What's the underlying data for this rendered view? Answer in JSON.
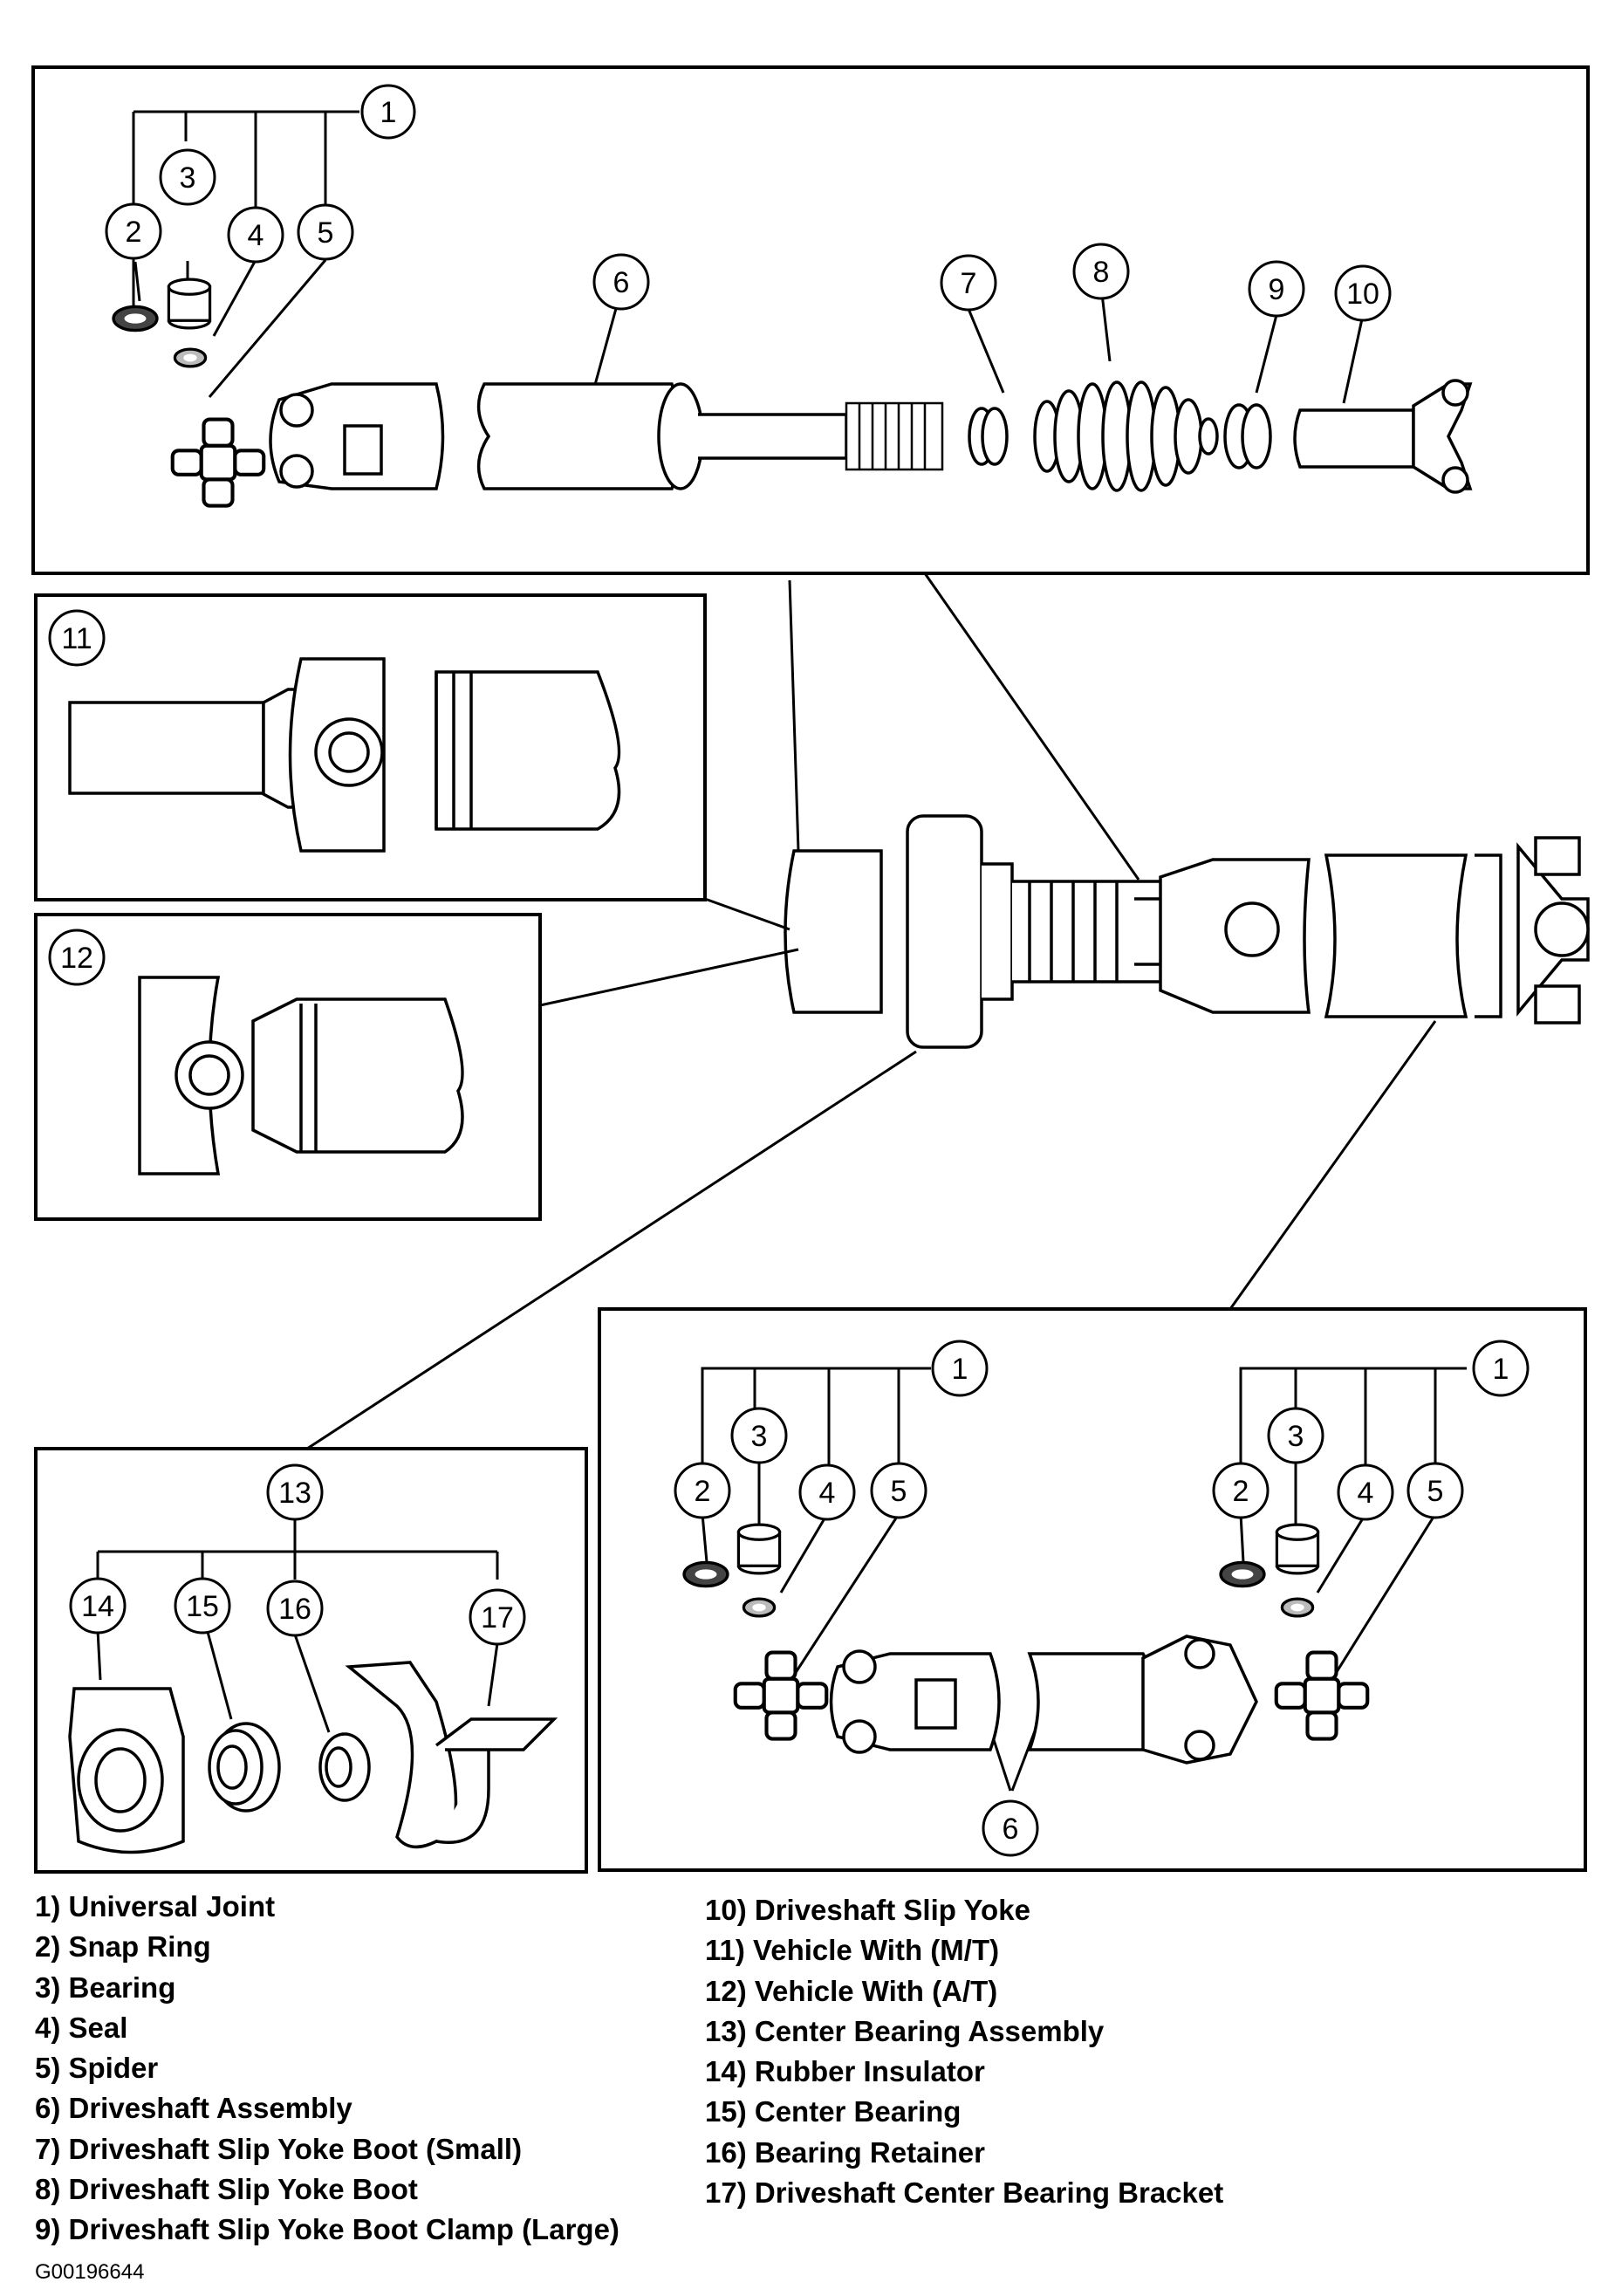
{
  "callouts": {
    "c1": "1",
    "c2": "2",
    "c3": "3",
    "c4": "4",
    "c5": "5",
    "c6": "6",
    "c7": "7",
    "c8": "8",
    "c9": "9",
    "c10": "10",
    "c11": "11",
    "c12": "12",
    "c13": "13",
    "c14": "14",
    "c15": "15",
    "c16": "16",
    "c17": "17"
  },
  "legend_left": [
    "1)  Universal Joint",
    "2) Snap Ring",
    "3)  Bearing",
    "4)  Seal",
    "5)  Spider",
    "6)  Driveshaft Assembly",
    "7)  Driveshaft Slip Yoke Boot (Small)",
    "8)  Driveshaft Slip Yoke Boot",
    "9)  Driveshaft Slip Yoke Boot Clamp (Large)"
  ],
  "legend_right": [
    "10)  Driveshaft Slip Yoke",
    "11)  Vehicle With (M/T)",
    "12)  Vehicle With (A/T)",
    "13)  Center Bearing Assembly",
    "14)  Rubber Insulator",
    "15)  Center Bearing",
    "16)  Bearing Retainer",
    "17)  Driveshaft Center Bearing Bracket"
  ],
  "figure_code": "G00196644"
}
